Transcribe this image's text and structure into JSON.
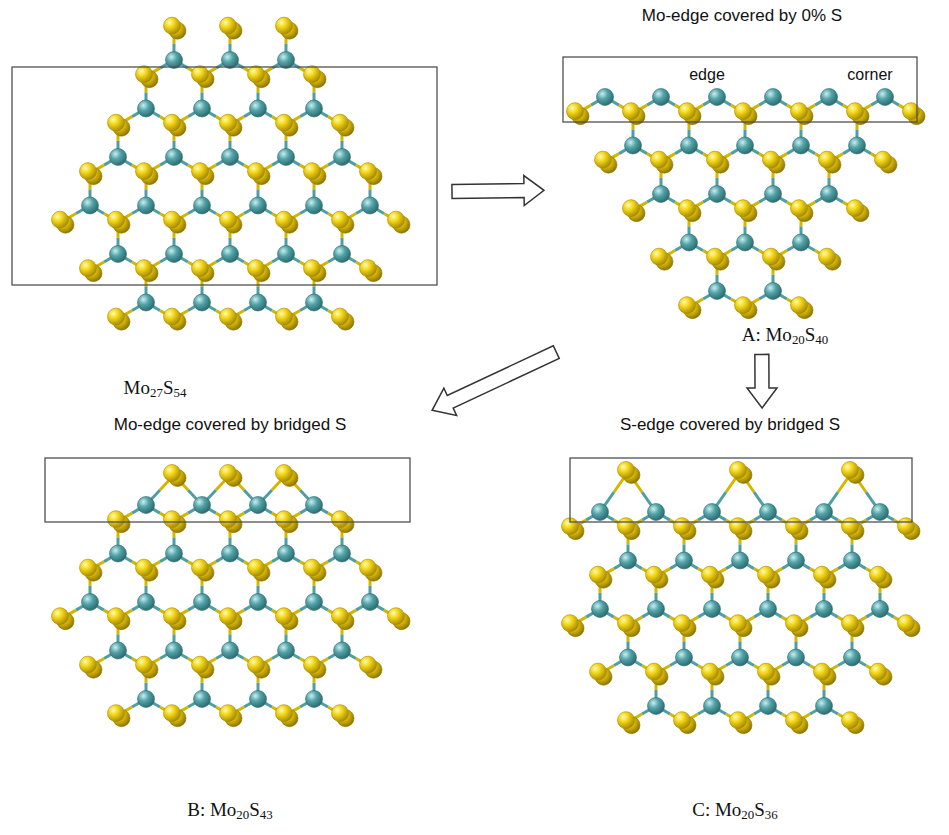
{
  "diagram": {
    "nodes": [
      {
        "text": [
          "Mo27S54"
        ]
      },
      {
        "text": [
          "Mo-edge covered by 0% S",
          "edge",
          "corner",
          "A: Mo20S40"
        ]
      },
      {
        "text": [
          "Mo-edge covered by bridged S",
          "B: Mo20S43"
        ]
      },
      {
        "text": [
          "S-edge covered by bridged S",
          "C: Mo20S36"
        ]
      }
    ],
    "edges": [
      {
        "from": 0,
        "to": 1,
        "arrow": "to"
      },
      {
        "from": 1,
        "to": 2,
        "arrow": "to"
      },
      {
        "from": 1,
        "to": 3,
        "arrow": "to"
      }
    ]
  }
}
